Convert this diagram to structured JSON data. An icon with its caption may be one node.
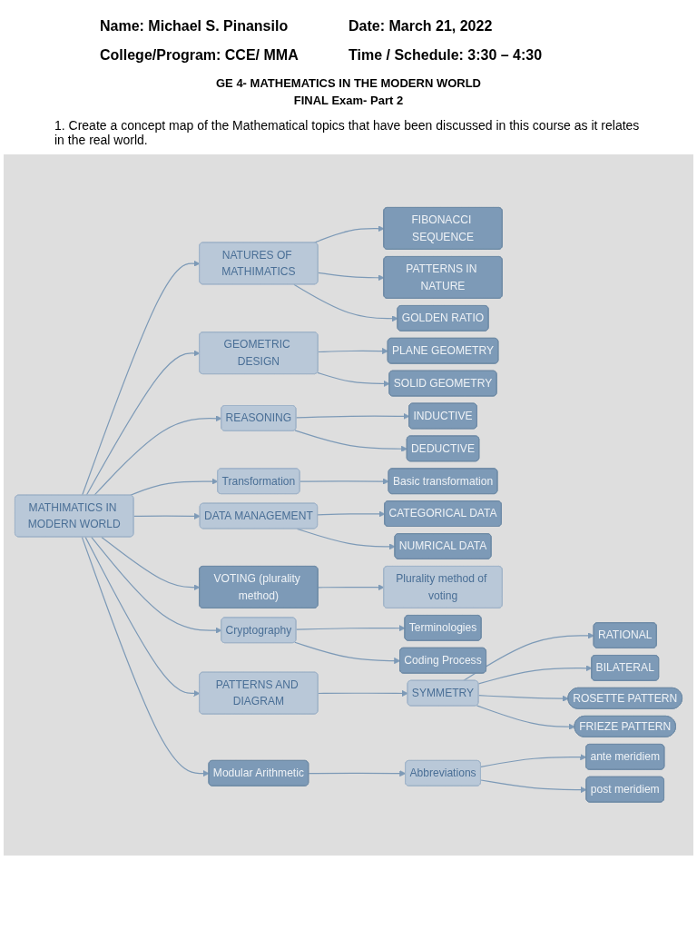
{
  "diagram": {
    "title": "GE 4- MATHEMATICS IN THE MODERN WORLD",
    "nodes": [
      {
        "text": [
          "MATHIMATICS IN MODERN WORLD"
        ]
      },
      {
        "text": [
          "NATURES OF MATHIMATICS"
        ]
      },
      {
        "text": [
          "FIBONACCI SEQUENCE"
        ]
      },
      {
        "text": [
          "PATTERNS IN NATURE"
        ]
      },
      {
        "text": [
          "GOLDEN RATIO"
        ]
      },
      {
        "text": [
          "GEOMETRIC DESIGN"
        ]
      },
      {
        "text": [
          "PLANE GEOMETRY"
        ]
      },
      {
        "text": [
          "SOLID GEOMETRY"
        ]
      },
      {
        "text": [
          "PATTERNS AND DIAGRAM"
        ]
      },
      {
        "text": [
          "SYMMETRY"
        ]
      },
      {
        "text": [
          "RATIONAL"
        ]
      },
      {
        "text": [
          "BILATERAL"
        ]
      },
      {
        "text": [
          "ROSETTE PATTERN"
        ]
      },
      {
        "text": [
          "FRIEZE PATTERN"
        ]
      },
      {
        "text": [
          "REASONING"
        ]
      },
      {
        "text": [
          "INDUCTIVE"
        ]
      },
      {
        "text": [
          "DEDUCTIVE"
        ]
      },
      {
        "text": [
          "Transformation"
        ]
      },
      {
        "text": [
          "Basic transformation"
        ]
      },
      {
        "text": [
          "VOTING (plurality method)"
        ]
      },
      {
        "text": [
          "DATA MANAGEMENT"
        ]
      },
      {
        "text": [
          "CATEGORICAL DATA"
        ]
      },
      {
        "text": [
          "NUMRICAL DATA"
        ]
      },
      {
        "text": [
          "Plurality method of voting"
        ]
      },
      {
        "text": [
          "Modular Arithmetic"
        ]
      },
      {
        "text": [
          "Abbreviations"
        ]
      },
      {
        "text": [
          "ante meridiem"
        ]
      },
      {
        "text": [
          "post meridiem"
        ]
      },
      {
        "text": [
          "Cryptography"
        ]
      },
      {
        "text": [
          "Terminologies"
        ]
      },
      {
        "text": [
          "Coding Process"
        ]
      }
    ],
    "edges": [
      {
        "from": 0,
        "to": 1,
        "arrow": "to"
      },
      {
        "from": 0,
        "to": 5,
        "arrow": "to"
      },
      {
        "from": 0,
        "to": 8,
        "arrow": "to"
      },
      {
        "from": 0,
        "to": 17,
        "arrow": "to"
      },
      {
        "from": 0,
        "to": 14,
        "arrow": "to"
      },
      {
        "from": 0,
        "to": 20,
        "arrow": "to"
      },
      {
        "from": 0,
        "to": 24,
        "arrow": "to"
      },
      {
        "from": 0,
        "to": 19,
        "arrow": "to"
      },
      {
        "from": 0,
        "to": 28,
        "arrow": "to"
      },
      {
        "from": 1,
        "to": 2,
        "arrow": "to"
      },
      {
        "from": 1,
        "to": 3,
        "arrow": "to"
      },
      {
        "from": 1,
        "to": 4,
        "arrow": "to"
      },
      {
        "from": 5,
        "to": 6,
        "arrow": "to"
      },
      {
        "from": 5,
        "to": 7,
        "arrow": "to"
      },
      {
        "from": 8,
        "to": 9,
        "arrow": "to"
      },
      {
        "from": 9,
        "to": 10,
        "arrow": "to"
      },
      {
        "from": 9,
        "to": 11,
        "arrow": "to"
      },
      {
        "from": 9,
        "to": 12,
        "arrow": "to"
      },
      {
        "from": 9,
        "to": 13,
        "arrow": "to"
      },
      {
        "from": 14,
        "to": 15,
        "arrow": "to"
      },
      {
        "from": 14,
        "to": 16,
        "arrow": "to"
      },
      {
        "from": 17,
        "to": 18,
        "arrow": "to"
      },
      {
        "from": 19,
        "to": 23,
        "arrow": "to"
      },
      {
        "from": 20,
        "to": 21,
        "arrow": "to"
      },
      {
        "from": 20,
        "to": 22,
        "arrow": "to"
      },
      {
        "from": 24,
        "to": 25,
        "arrow": "to"
      },
      {
        "from": 25,
        "to": 26,
        "arrow": "to"
      },
      {
        "from": 25,
        "to": 27,
        "arrow": "to"
      },
      {
        "from": 28,
        "to": 29,
        "arrow": "to"
      },
      {
        "from": 28,
        "to": 30,
        "arrow": "to"
      }
    ],
    "labels": [
      "Name: Michael S. Pinansilo",
      "Date: March 21, 2022",
      "College/Program: CCE/ MMA",
      "Time / Schedule: 3:30 – 4:30",
      "FINAL Exam- Part 2",
      "1. Create a concept map of the Mathematical topics that have been discussed in this course as it relates in the real world."
    ]
  }
}
